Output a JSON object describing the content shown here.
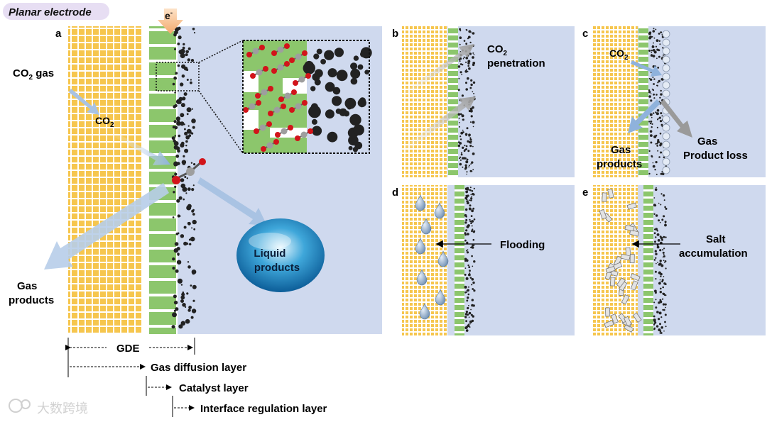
{
  "title": "Planar electrode",
  "panels": {
    "a": "a",
    "b": "b",
    "c": "c",
    "d": "d",
    "e": "e"
  },
  "labels": {
    "electron": "e",
    "electron_sup": "-",
    "co2_gas": "CO",
    "co2_gas_sub": "2",
    "co2_gas_tail": " gas",
    "co2": "CO",
    "co2_sub": "2",
    "gas_products_l1": "Gas",
    "gas_products_l2": "products",
    "liquid_l1": "Liquid",
    "liquid_l2": "products",
    "co2_pen_l1": "CO",
    "co2_pen_sub": "2",
    "co2_pen_l2": "penetration",
    "c_co2": "CO",
    "c_co2_sub": "2",
    "c_gas_l1": "Gas",
    "c_gas_l2": "products",
    "c_loss_l1": "Gas",
    "c_loss_l2": "Product loss",
    "flooding": "Flooding",
    "salt_l1": "Salt",
    "salt_l2": "accumulation"
  },
  "legend": {
    "gde": "GDE",
    "gdl": "Gas diffusion layer",
    "cl": "Catalyst layer",
    "irl": "Interface regulation layer"
  },
  "watermark": "大数跨境",
  "colors": {
    "gdl": "#f6c64e",
    "catalyst": "#8cc66c",
    "electrolyte": "#cfd9ee",
    "dots": "#222222",
    "arrow": "#a9c3e3",
    "arrow_dark": "#a6a6a6",
    "oxygen": "#d2141a",
    "carbon": "#9e9e9e"
  }
}
